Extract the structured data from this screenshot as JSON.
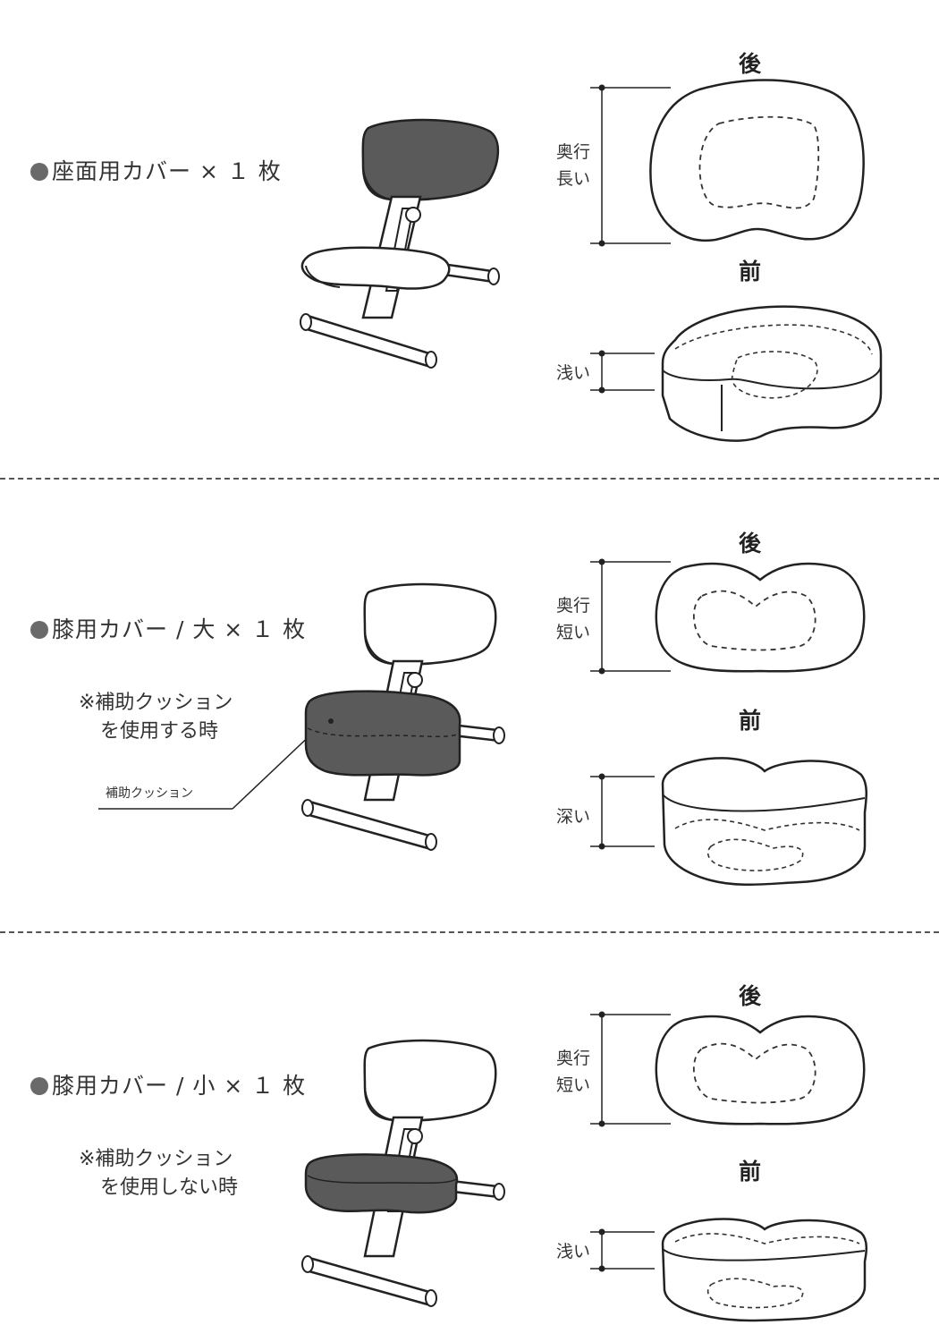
{
  "sections": [
    {
      "title": "座面用カバー × １ 枚",
      "note_lines": [],
      "back_label": "後",
      "front_label": "前",
      "depth_lines": [
        "奥行",
        "長い"
      ],
      "height_label": "浅い"
    },
    {
      "title": "膝用カバー / 大 × １ 枚",
      "note_lines": [
        "※補助クッション",
        "を使用する時"
      ],
      "callout": "補助クッション",
      "back_label": "後",
      "front_label": "前",
      "depth_lines": [
        "奥行",
        "短い"
      ],
      "height_label": "深い"
    },
    {
      "title": "膝用カバー / 小 × １ 枚",
      "note_lines": [
        "※補助クッション",
        "を使用しない時"
      ],
      "back_label": "後",
      "front_label": "前",
      "depth_lines": [
        "奥行",
        "短い"
      ],
      "height_label": "浅い"
    }
  ],
  "colors": {
    "line": "#222222",
    "highlight_fill": "#5a5a5a",
    "paper": "#ffffff"
  }
}
